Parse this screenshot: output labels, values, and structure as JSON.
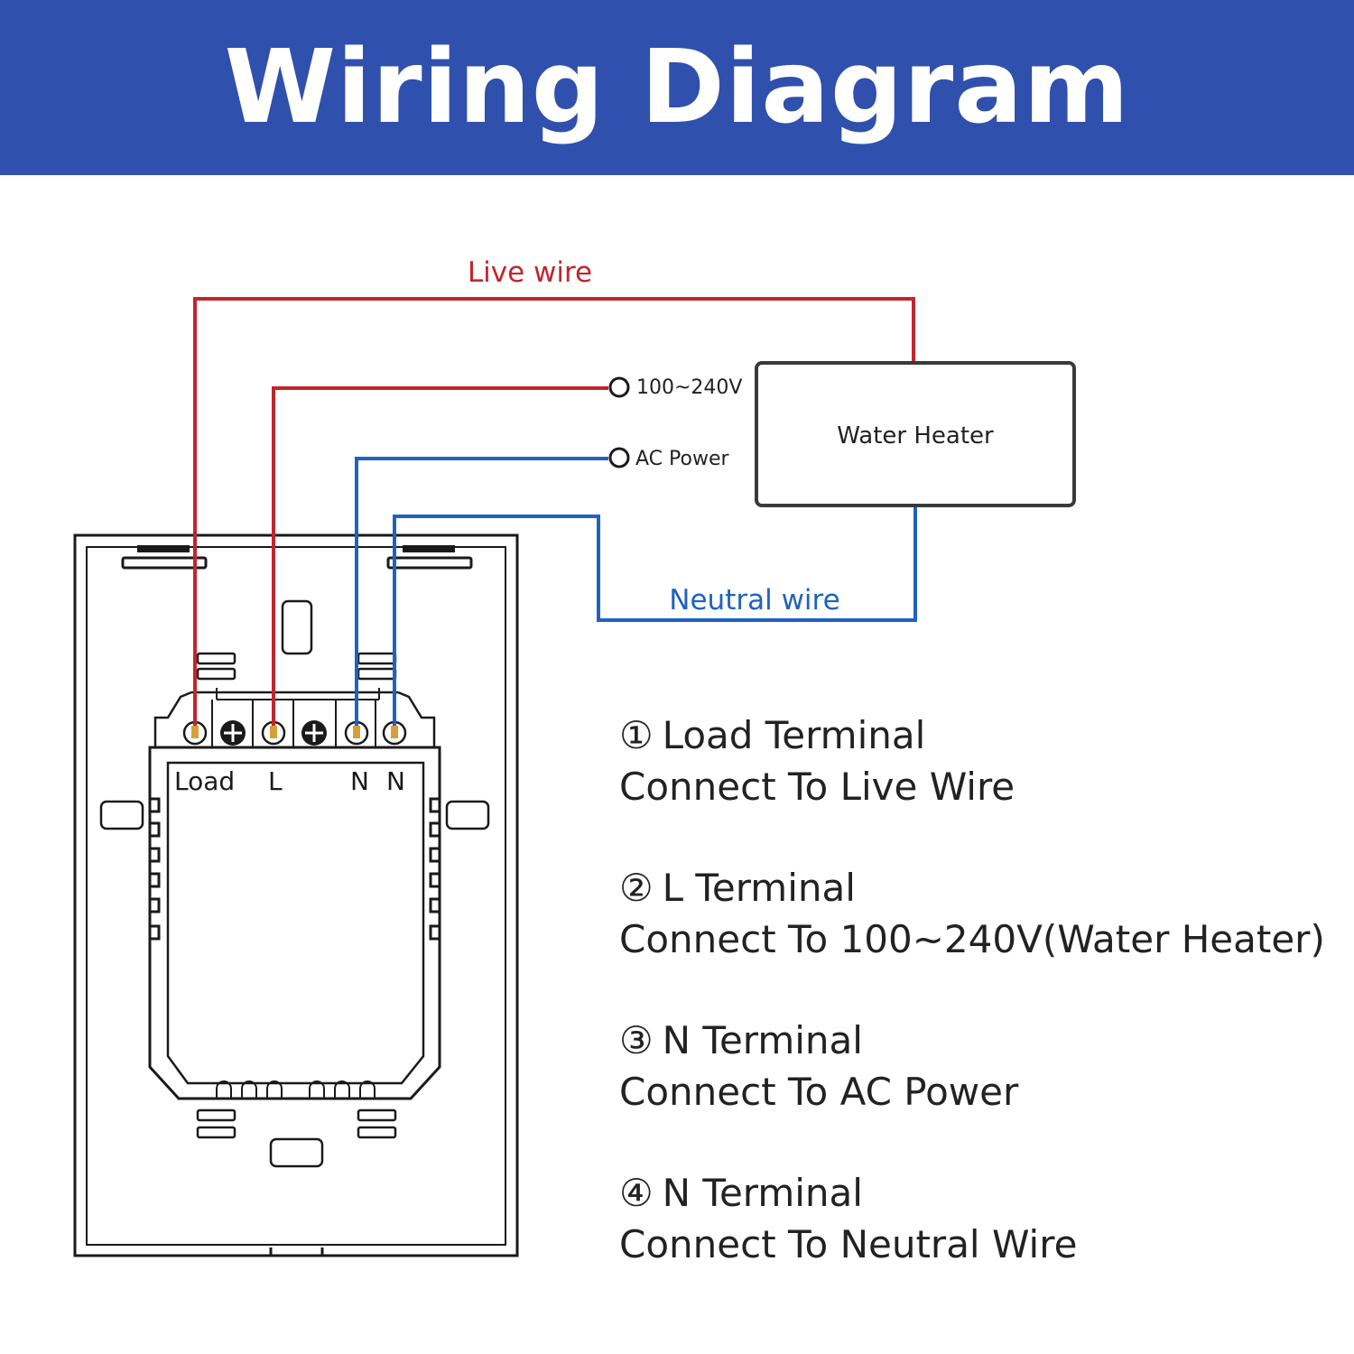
{
  "header": {
    "title": "Wiring Diagram",
    "background_color": "#3050ad",
    "text_color": "#ffffff"
  },
  "diagram": {
    "live_wire_label": "Live wire",
    "neutral_wire_label": "Neutral wire",
    "power_voltage_label": "100~240V",
    "power_ac_label": "AC Power",
    "heater_label": "Water Heater",
    "terminal_labels": [
      "Load",
      "L",
      "N",
      "N"
    ],
    "live_color": "#c1262b",
    "neutral_color": "#1f62c0",
    "outline_color": "#1a1a1a"
  },
  "instructions": [
    {
      "number": "①",
      "title": "Load Terminal",
      "detail": "Connect To Live Wire"
    },
    {
      "number": "②",
      "title": "L Terminal",
      "detail": "Connect To 100~240V(Water Heater)"
    },
    {
      "number": "③",
      "title": "N Terminal",
      "detail": "Connect To AC Power"
    },
    {
      "number": "④",
      "title": "N Terminal",
      "detail": "Connect To Neutral Wire"
    }
  ]
}
